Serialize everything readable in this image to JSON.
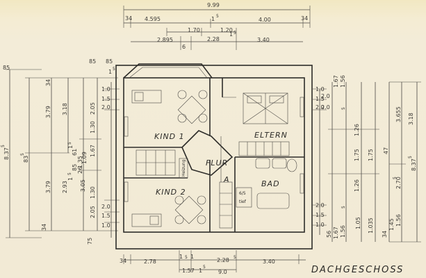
{
  "plan": {
    "title": "DACHGESCHOSS",
    "rooms": {
      "kind1": "KIND 1",
      "kind2": "KIND 2",
      "eltern": "ELTERN",
      "flur": "FLUR",
      "bad": "BAD",
      "heizung": "Heizung",
      "stair_mark": "A",
      "tief_a": "6/5",
      "tief_b": "tief"
    },
    "top_dims": {
      "total": "9.99",
      "row2": [
        "34",
        "4.595",
        "1",
        "5",
        "4.00",
        "34"
      ],
      "row3": [
        "1.70",
        "1.20"
      ],
      "row4": [
        "2.895",
        "6",
        "2.28",
        "1",
        "5",
        "3.40"
      ]
    },
    "left_dims": {
      "outer": "8.37",
      "outer_sup": "5",
      "b": "83",
      "b_sup": "5",
      "c": [
        "34",
        "3.79",
        "3.79",
        "34"
      ],
      "d": [
        "85",
        "3.18",
        "2.93",
        "1",
        "5"
      ],
      "e": [
        "2.05",
        "1.30",
        "1.67",
        "1.09",
        "1.35",
        "61",
        "85",
        "1",
        "5",
        "26",
        "3.05",
        "1.30",
        "2.05",
        "75"
      ],
      "f": [
        "1.0",
        "1.5",
        "2.0",
        "2.0",
        "1.5",
        "1.0"
      ]
    },
    "right_dims": {
      "outer": "8.37",
      "outer_sup": "5",
      "a": [
        "3.655",
        "3.18",
        "47",
        "2.70",
        "5",
        "1.56",
        "1.035"
      ],
      "b": [
        "1.56",
        "1.67",
        "2.0",
        "2.0",
        "1.26",
        "1.75",
        "1.26",
        "1.75",
        "1.56",
        "1.67",
        "56",
        "1.05",
        "34",
        "1.45"
      ],
      "c": [
        "1.0",
        "1.5",
        "2.0",
        "2.0",
        "1.5",
        "1.0"
      ],
      "d": [
        "5",
        "5"
      ]
    },
    "bottom_dims": {
      "row1": [
        "1.57",
        "1",
        "5",
        "2.28",
        "5",
        "3.40"
      ],
      "row2": [
        "34",
        "2.78",
        "5",
        "1",
        "1",
        "9.0"
      ]
    },
    "top_left_labels": [
      "85",
      "85",
      "1",
      "5"
    ]
  }
}
